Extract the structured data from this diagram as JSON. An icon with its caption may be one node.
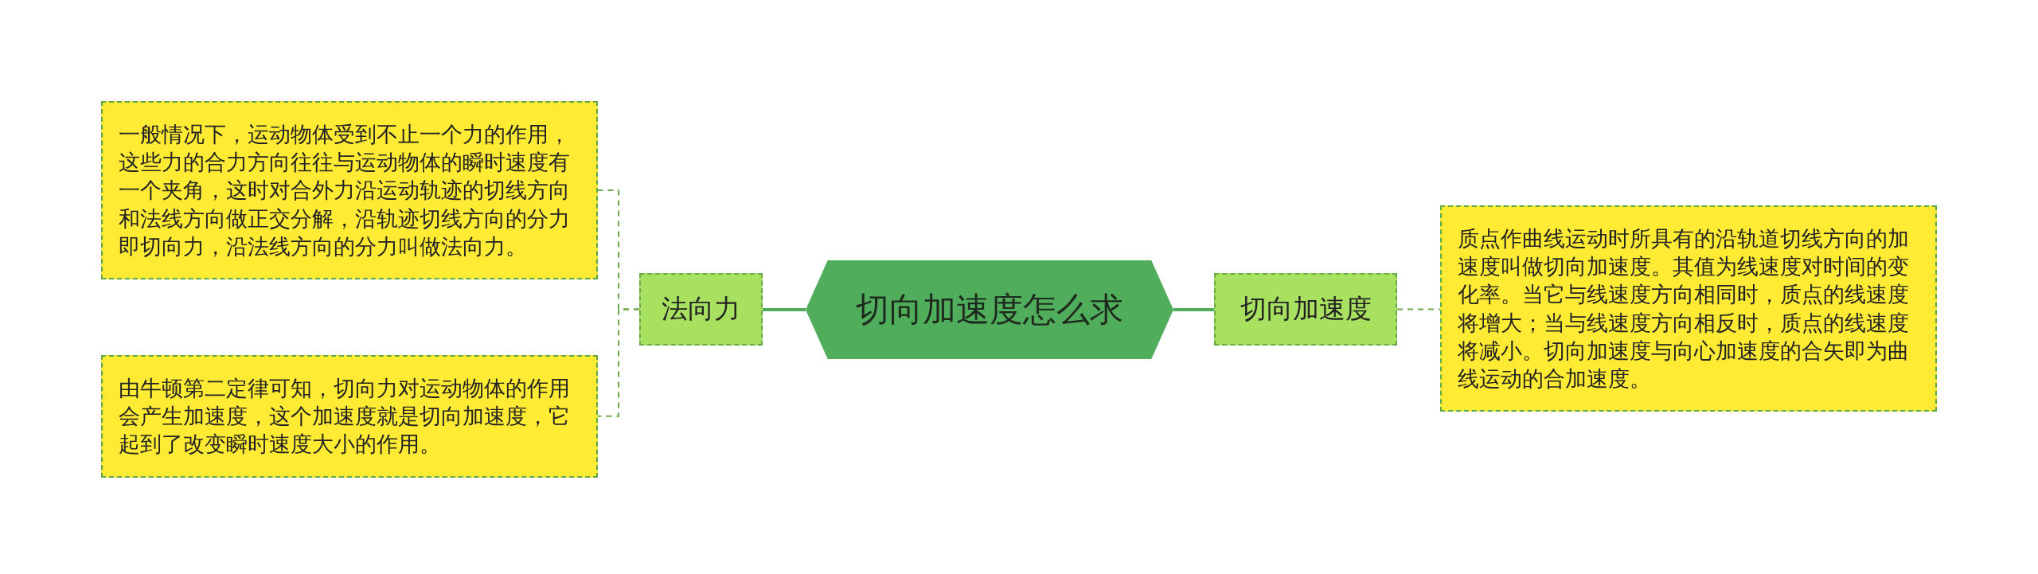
{
  "diagram": {
    "nodes": [
      {
        "text": [
          "切向加速度怎么求"
        ]
      },
      {
        "text": [
          "法向力"
        ]
      },
      {
        "text": [
          "一般情况下，运动物体受到不止一个力的作用，这些力的合力方向往往与运动物体的瞬时速度有一个夹角，这时对合外力沿运动轨迹的切线方向和法线方向做正交分解，沿轨迹切线方向的分力即切向力，沿法线方向的分力叫做法向力。"
        ]
      },
      {
        "text": [
          "由牛顿第二定律可知，切向力对运动物体的作用会产生加速度，这个加速度就是切向加速度，它起到了改变瞬时速度大小的作用。"
        ]
      },
      {
        "text": [
          "切向加速度"
        ]
      },
      {
        "text": [
          "质点作曲线运动时所具有的沿轨道切线方向的加速度叫做切向加速度。其值为线速度对时间的变化率。当它与线速度方向相同时，质点的线速度将增大；当与线速度方向相反时，质点的线速度将减小。切向加速度与向心加速度的合矢即为曲线运动的合加速度。"
        ]
      }
    ],
    "edges": [
      {
        "from": 0,
        "to": 1,
        "arrow": "none"
      },
      {
        "from": 1,
        "to": 2,
        "arrow": "none",
        "style": "dashed"
      },
      {
        "from": 1,
        "to": 3,
        "arrow": "none",
        "style": "dashed"
      },
      {
        "from": 0,
        "to": 4,
        "arrow": "none"
      },
      {
        "from": 4,
        "to": 5,
        "arrow": "none",
        "style": "dashed"
      }
    ]
  }
}
